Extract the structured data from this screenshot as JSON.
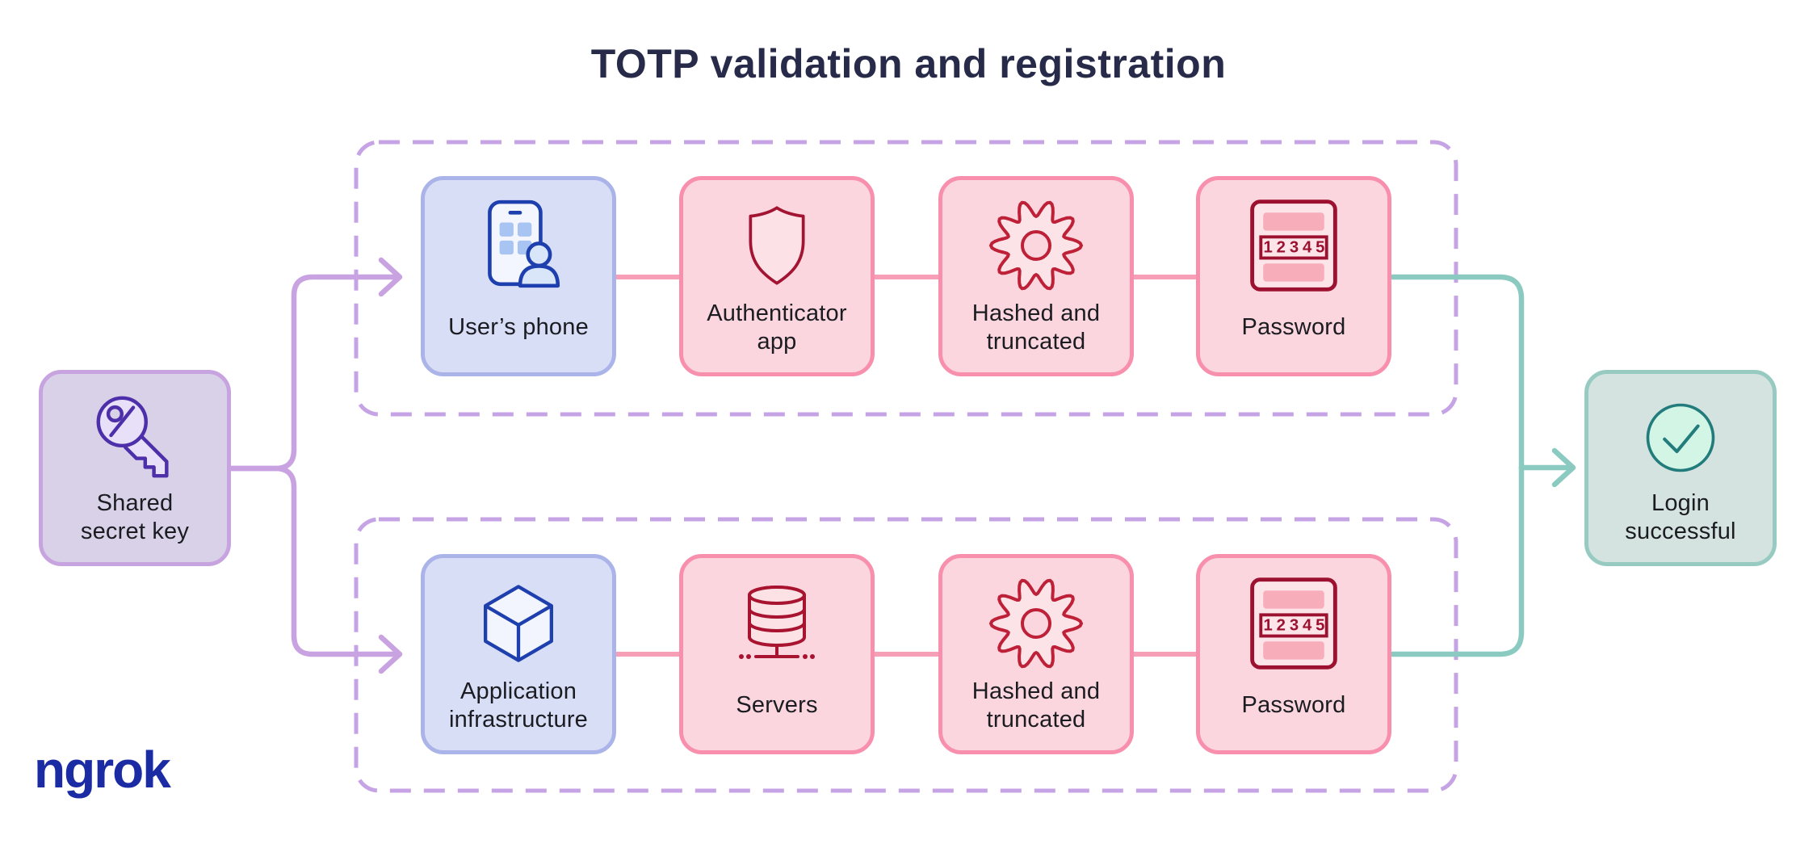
{
  "title": "TOTP validation and registration",
  "branding": {
    "logo_text": "ngrok",
    "logo_color": "#1A2BA3"
  },
  "palette": {
    "background": "#FFFFFF",
    "title_text": "#272B49",
    "label_text": "#1B1C21",
    "purple_fill": "#D8D1E7",
    "purple_border": "#C7A3DF",
    "purple_icon_stroke": "#4C2FA9",
    "lavender_fill": "#D9DEF7",
    "lavender_border": "#AAB4E8",
    "blue_icon_stroke": "#1E3FAE",
    "pink_fill": "#FBD6DE",
    "pink_border": "#F88FAC",
    "red_icon_stroke": "#A21431",
    "teal_fill": "#D5E3E0",
    "teal_border": "#97CBC2",
    "teal_icon_stroke": "#217C7B",
    "purple_connector": "#C8A2E1",
    "pink_connector": "#F89FB8",
    "teal_connector": "#8BCAC1",
    "dashed_boundary": "#C5A3E4"
  },
  "nodes": {
    "shared": {
      "label": "Shared\nsecret key",
      "icon": "key-icon"
    },
    "phone": {
      "label": "User’s phone",
      "icon": "phone-user-icon"
    },
    "auth": {
      "label": "Authenticator\napp",
      "icon": "shield-icon"
    },
    "hash1": {
      "label": "Hashed and\ntruncated",
      "icon": "gear-icon"
    },
    "pass1": {
      "label": "Password",
      "icon": "password-icon",
      "digits": "12345"
    },
    "infra": {
      "label": "Application\ninfrastructure",
      "icon": "cube-icon"
    },
    "servers": {
      "label": "Servers",
      "icon": "database-icon"
    },
    "hash2": {
      "label": "Hashed and\ntruncated",
      "icon": "gear-icon"
    },
    "pass2": {
      "label": "Password",
      "icon": "password-icon",
      "digits": "12345"
    },
    "login": {
      "label": "Login\nsuccessful",
      "icon": "check-circle-icon"
    }
  }
}
